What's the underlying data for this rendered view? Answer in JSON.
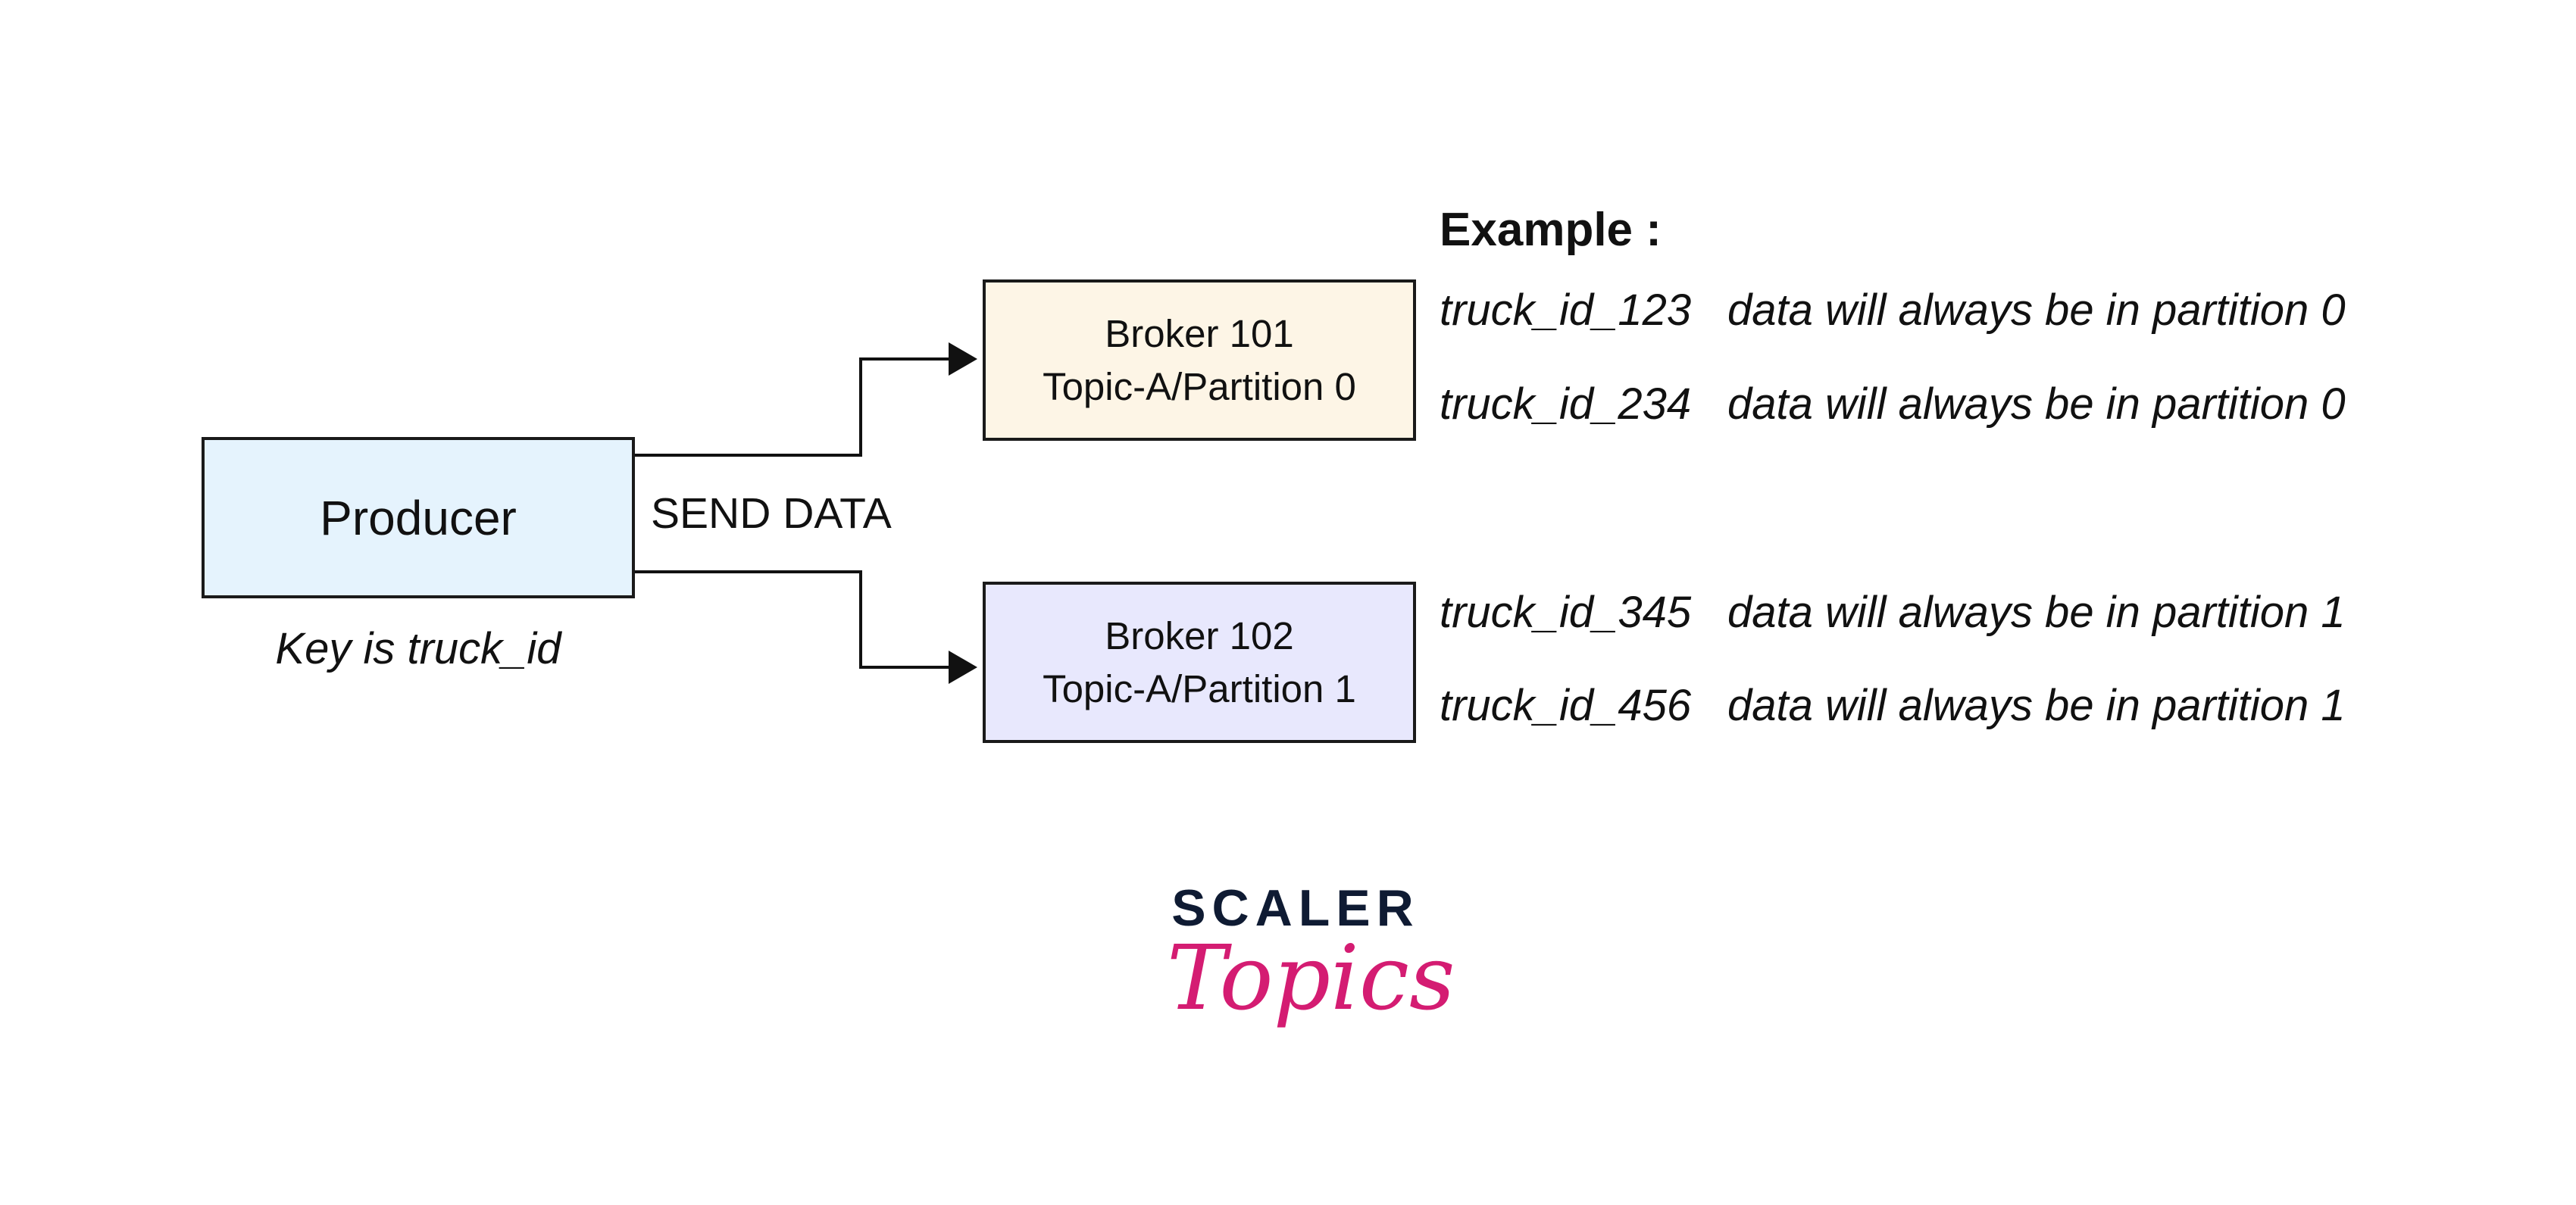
{
  "producer": {
    "label": "Producer",
    "fill": "#e5f3fd",
    "key_note": "Key is truck_id"
  },
  "connector": {
    "label": "SEND DATA"
  },
  "brokers": [
    {
      "line1": "Broker 101",
      "line2": "Topic-A/Partition 0",
      "fill": "#fdf5e6"
    },
    {
      "line1": "Broker 102",
      "line2": "Topic-A/Partition 1",
      "fill": "#e8e8fd"
    }
  ],
  "example": {
    "heading": "Example :",
    "rows": [
      {
        "truck_id": "truck_id_123",
        "text": "data will always be in partition 0"
      },
      {
        "truck_id": "truck_id_234",
        "text": "data will always be in partition 0"
      },
      {
        "truck_id": "truck_id_345",
        "text": "data will always be in partition 1"
      },
      {
        "truck_id": "truck_id_456",
        "text": "data will always be in partition 1"
      }
    ]
  },
  "logo": {
    "line1": "SCALER",
    "line2": "Topics",
    "colors": {
      "scaler": "#0f1b33",
      "topics": "#d41c72"
    }
  }
}
